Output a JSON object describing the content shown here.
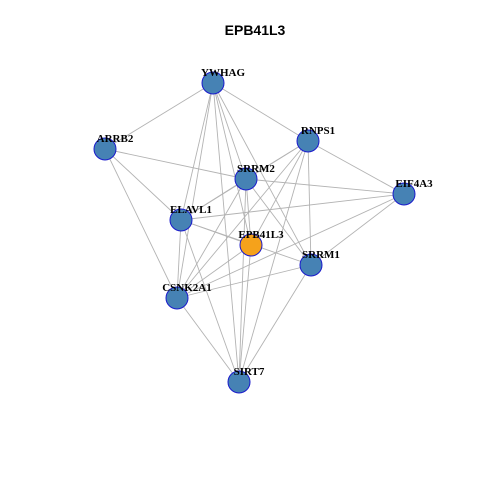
{
  "title": "EPB41L3",
  "colors": {
    "hub": "#F5A21B",
    "node": "#4682B4",
    "node_border": "#1A1ACC",
    "edge": "#B3B3B3"
  },
  "nodes": [
    {
      "id": "YWHAG",
      "label": "YWHAG",
      "role": "node"
    },
    {
      "id": "RNPS1",
      "label": "RNPS1",
      "role": "node"
    },
    {
      "id": "ARRB2",
      "label": "ARRB2",
      "role": "node"
    },
    {
      "id": "SRRM2",
      "label": "SRRM2",
      "role": "node"
    },
    {
      "id": "EIF4A3",
      "label": "EIF4A3",
      "role": "node"
    },
    {
      "id": "ELAVL1",
      "label": "ELAVL1",
      "role": "node"
    },
    {
      "id": "EPB41L3",
      "label": "EPB41L3",
      "role": "hub"
    },
    {
      "id": "SRRM1",
      "label": "SRRM1",
      "role": "node"
    },
    {
      "id": "CSNK2A1",
      "label": "CSNK2A1",
      "role": "node"
    },
    {
      "id": "SIRT7",
      "label": "SIRT7",
      "role": "node"
    }
  ],
  "edges": [
    [
      "YWHAG",
      "ARRB2"
    ],
    [
      "YWHAG",
      "RNPS1"
    ],
    [
      "YWHAG",
      "SRRM2"
    ],
    [
      "YWHAG",
      "ELAVL1"
    ],
    [
      "YWHAG",
      "EPB41L3"
    ],
    [
      "YWHAG",
      "SRRM1"
    ],
    [
      "YWHAG",
      "CSNK2A1"
    ],
    [
      "YWHAG",
      "SIRT7"
    ],
    [
      "ARRB2",
      "SRRM2"
    ],
    [
      "ARRB2",
      "ELAVL1"
    ],
    [
      "ARRB2",
      "CSNK2A1"
    ],
    [
      "RNPS1",
      "SRRM2"
    ],
    [
      "RNPS1",
      "EIF4A3"
    ],
    [
      "RNPS1",
      "ELAVL1"
    ],
    [
      "RNPS1",
      "EPB41L3"
    ],
    [
      "RNPS1",
      "SRRM1"
    ],
    [
      "RNPS1",
      "CSNK2A1"
    ],
    [
      "RNPS1",
      "SIRT7"
    ],
    [
      "SRRM2",
      "EIF4A3"
    ],
    [
      "SRRM2",
      "ELAVL1"
    ],
    [
      "SRRM2",
      "EPB41L3"
    ],
    [
      "SRRM2",
      "SRRM1"
    ],
    [
      "SRRM2",
      "CSNK2A1"
    ],
    [
      "SRRM2",
      "SIRT7"
    ],
    [
      "EIF4A3",
      "ELAVL1"
    ],
    [
      "EIF4A3",
      "SRRM1"
    ],
    [
      "EIF4A3",
      "CSNK2A1"
    ],
    [
      "ELAVL1",
      "EPB41L3"
    ],
    [
      "ELAVL1",
      "SRRM1"
    ],
    [
      "ELAVL1",
      "CSNK2A1"
    ],
    [
      "ELAVL1",
      "SIRT7"
    ],
    [
      "EPB41L3",
      "CSNK2A1"
    ],
    [
      "EPB41L3",
      "SIRT7"
    ],
    [
      "SRRM1",
      "CSNK2A1"
    ],
    [
      "SRRM1",
      "SIRT7"
    ],
    [
      "CSNK2A1",
      "SIRT7"
    ]
  ]
}
